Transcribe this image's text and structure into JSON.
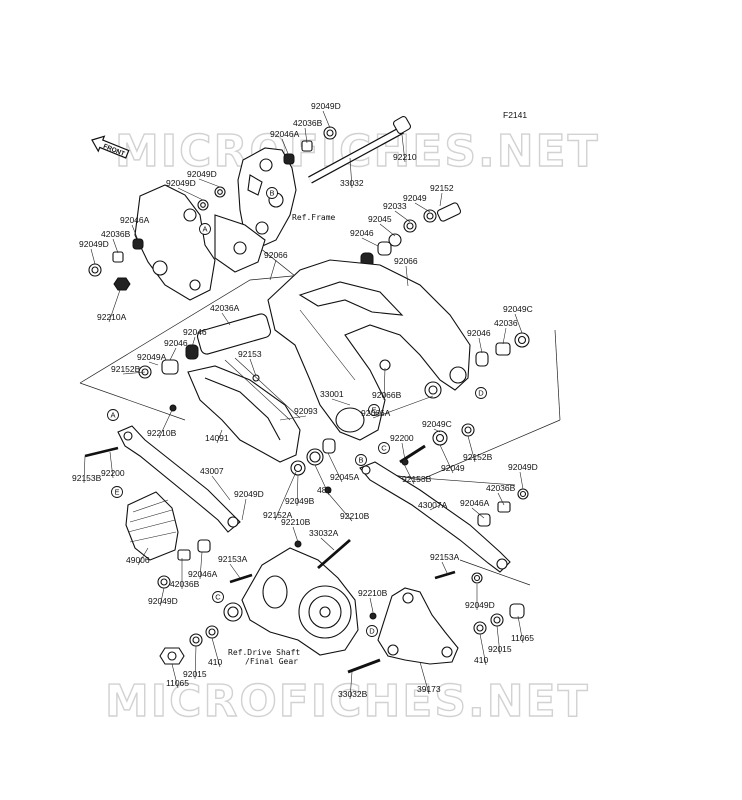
{
  "figure_code": "F2141",
  "watermark": "MICROFICHES.NET",
  "front_label": "FRONT",
  "refs": {
    "frame": "Ref.Frame",
    "drive_shaft": "Ref.Drive Shaft",
    "final_gear": "/Final Gear"
  },
  "circle_letters": [
    "A",
    "B",
    "C",
    "D",
    "E"
  ],
  "part_labels": [
    "92049D",
    "42036B",
    "92046A",
    "92210",
    "33032",
    "92049D",
    "92049D",
    "92152",
    "92049",
    "92033",
    "92045",
    "92046",
    "92046A",
    "42036B",
    "92049D",
    "92066",
    "92066",
    "92210A",
    "42036A",
    "92046",
    "92046",
    "92049A",
    "92152B",
    "92153",
    "92049C",
    "42036",
    "92046",
    "33001",
    "92066B",
    "92093",
    "92066A",
    "92049C",
    "14091",
    "92210B",
    "92200",
    "92200",
    "92049",
    "92152B",
    "481",
    "92045A",
    "92153B",
    "92049B",
    "92152A",
    "43007",
    "92153B",
    "92049D",
    "42036B",
    "92046A",
    "92210B",
    "43007A",
    "92049D",
    "33032A",
    "92210B",
    "49006",
    "92153A",
    "92153A",
    "42036B",
    "92046A",
    "92049D",
    "92210B",
    "92049D",
    "11065",
    "410",
    "92015",
    "410",
    "92015",
    "11065",
    "33032B",
    "39173"
  ]
}
